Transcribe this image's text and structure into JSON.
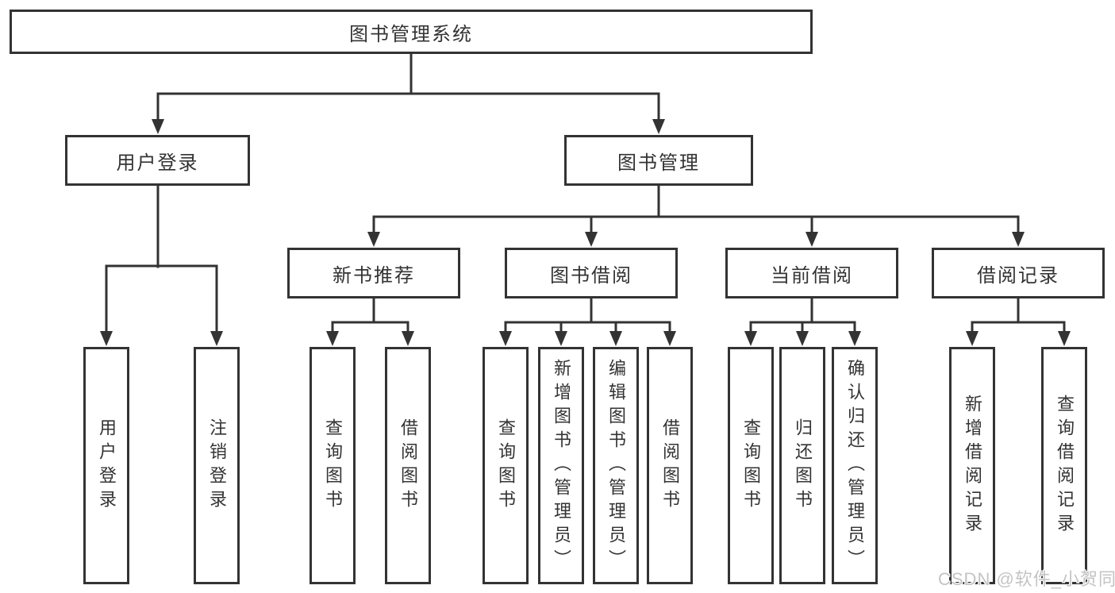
{
  "tree": {
    "root": {
      "label": "图书管理系统"
    },
    "branches": [
      {
        "label": "用户登录",
        "children": [
          {
            "label": "用户登录"
          },
          {
            "label": "注销登录"
          }
        ]
      },
      {
        "label": "图书管理",
        "sections": [
          {
            "label": "新书推荐",
            "children": [
              {
                "label": "查询图书"
              },
              {
                "label": "借阅图书"
              }
            ]
          },
          {
            "label": "图书借阅",
            "children": [
              {
                "label": "查询图书"
              },
              {
                "label": "新增图书（管理员）"
              },
              {
                "label": "编辑图书（管理员）"
              },
              {
                "label": "借阅图书"
              }
            ]
          },
          {
            "label": "当前借阅",
            "children": [
              {
                "label": "查询图书"
              },
              {
                "label": "归还图书"
              },
              {
                "label": "确认归还（管理员）"
              }
            ]
          },
          {
            "label": "借阅记录",
            "children": [
              {
                "label": "新增借阅记录"
              },
              {
                "label": "查询借阅记录"
              }
            ]
          }
        ]
      }
    ]
  },
  "watermark": {
    "text": "CSDN @软件_小贺同学"
  },
  "colors": {
    "line": "#333333",
    "box_border": "#333333",
    "box_fill": "#ffffff",
    "text": "#333333",
    "watermark": "#c4c4c4",
    "background": "#ffffff"
  }
}
